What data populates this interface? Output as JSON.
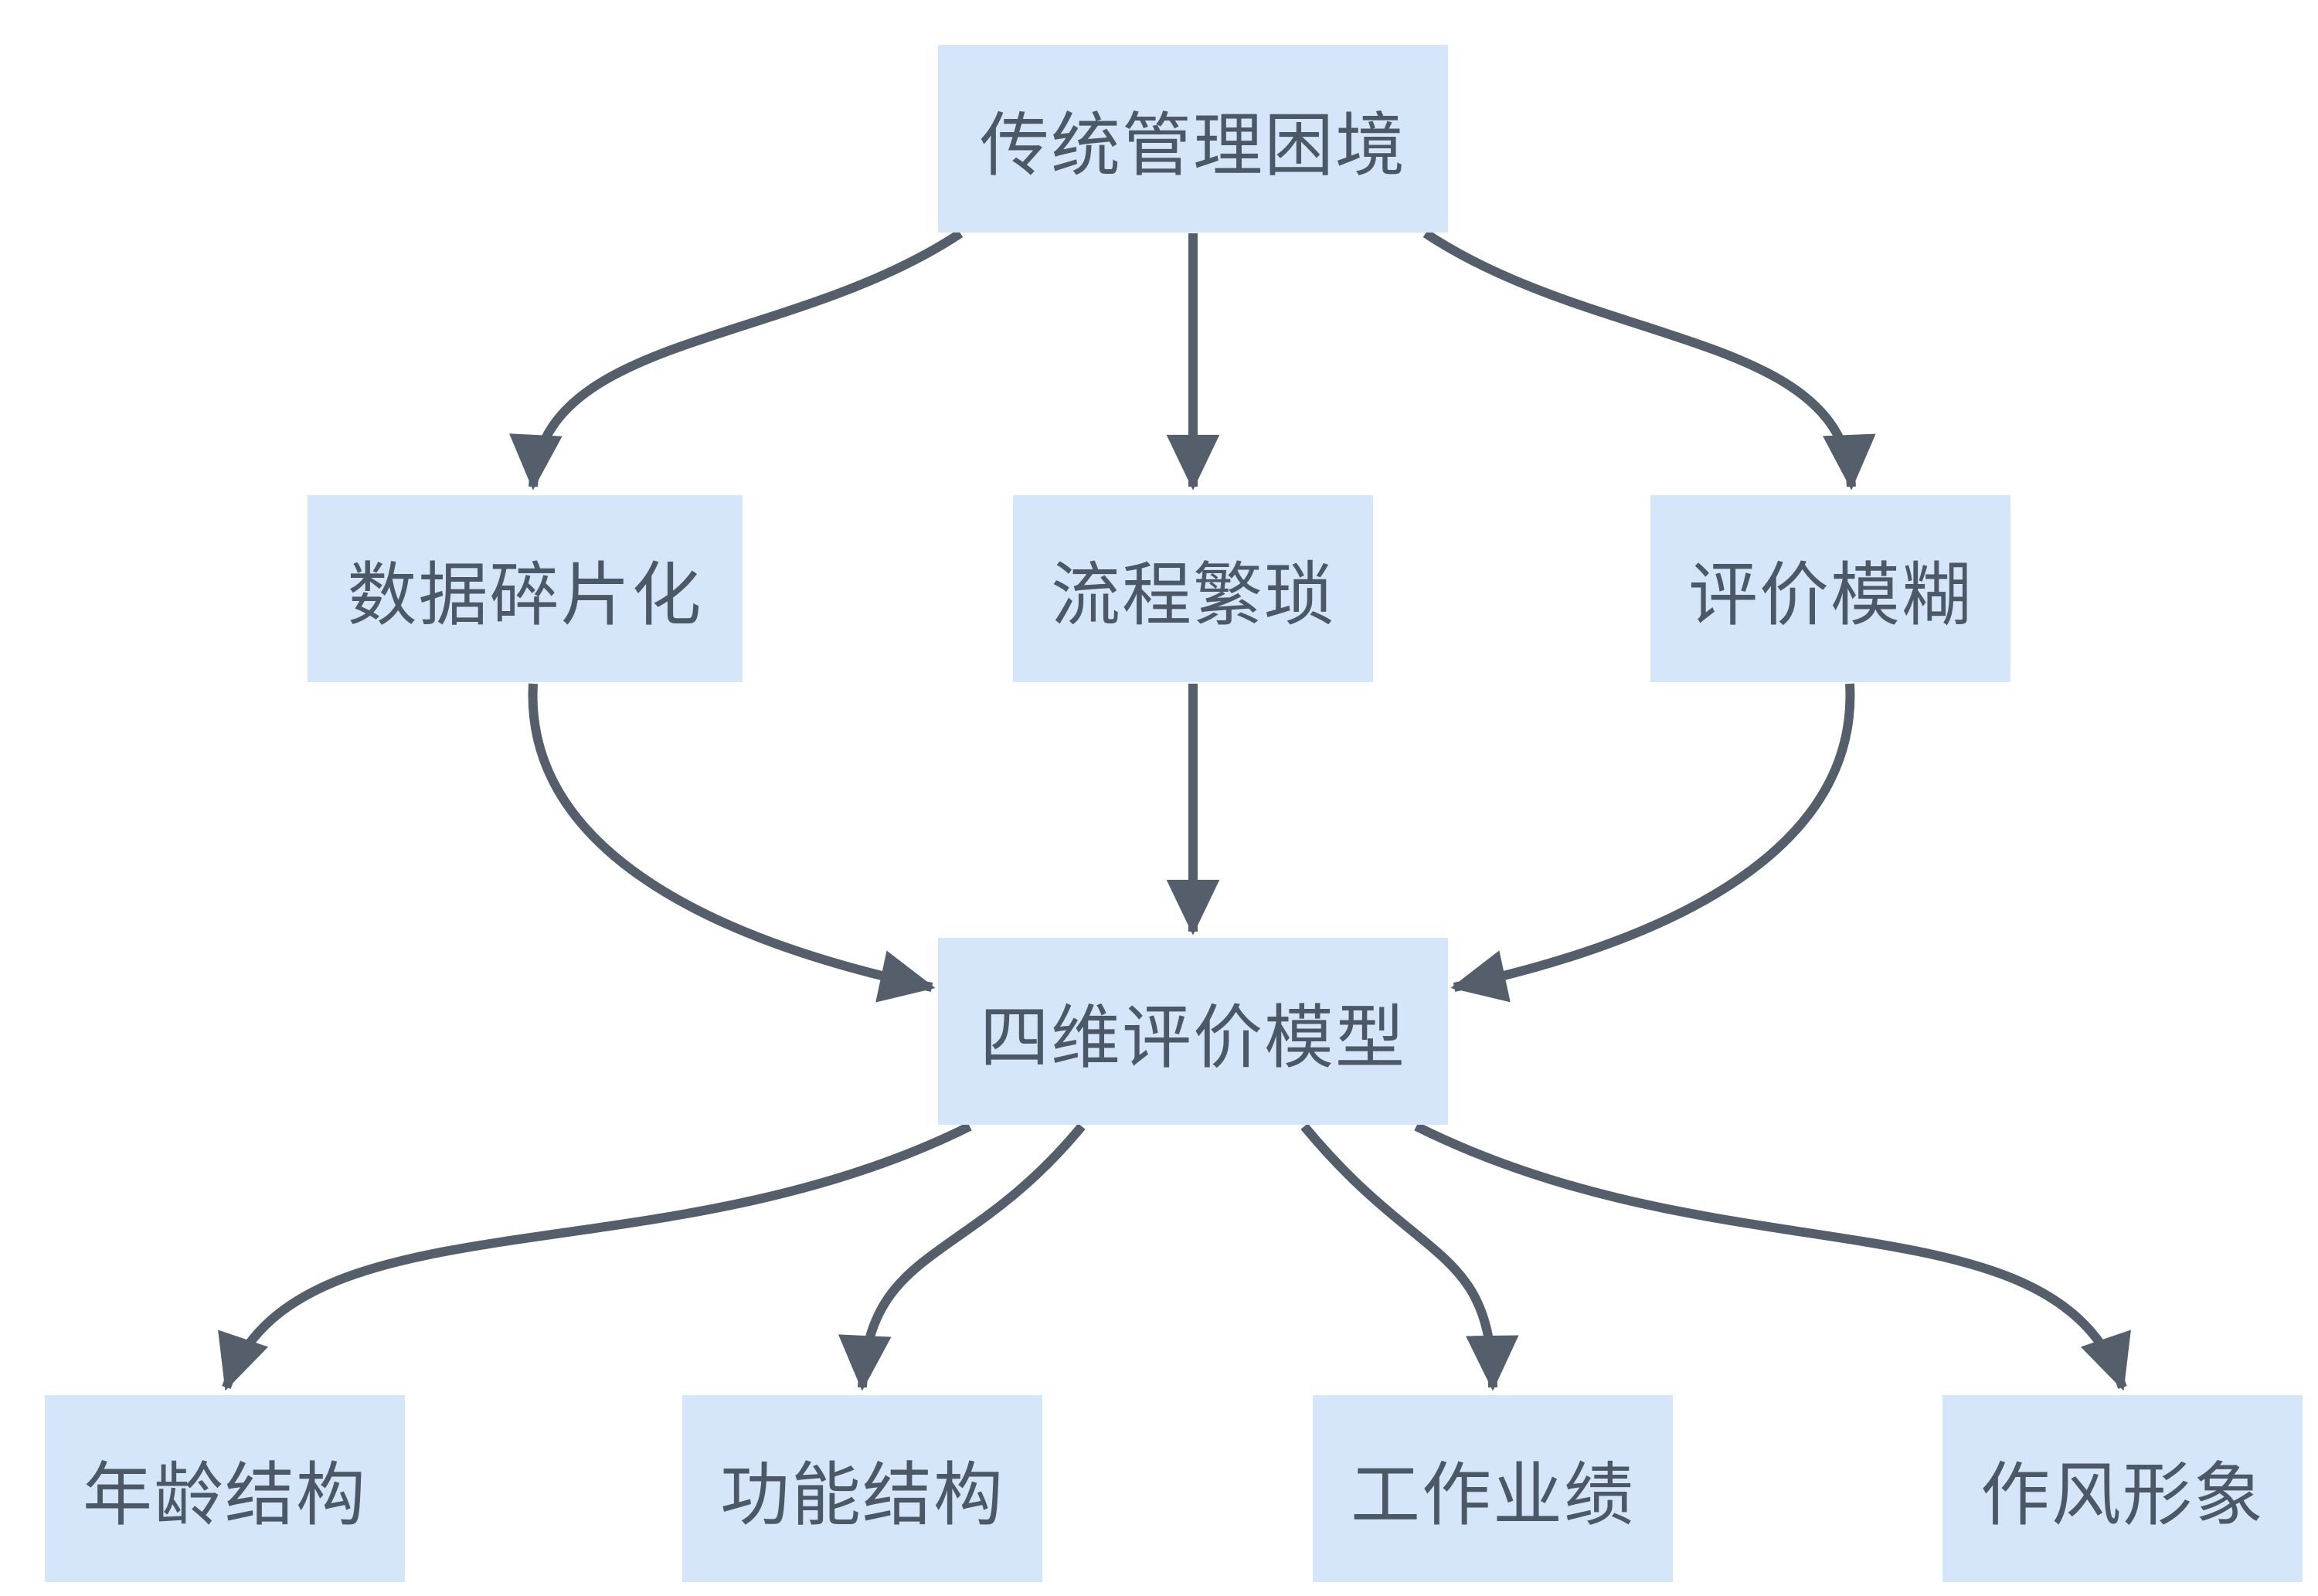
{
  "diagram": {
    "type": "flowchart",
    "direction": "top-down",
    "colors": {
      "background": "#ffffff",
      "node_fill": "#d5e5fa",
      "node_text": "#4d5866",
      "arrow": "#545f6b"
    },
    "nodes": {
      "root": {
        "label": "传统管理困境"
      },
      "frag": {
        "label": "数据碎片化"
      },
      "proc": {
        "label": "流程繁琐"
      },
      "vague": {
        "label": "评价模糊"
      },
      "hub": {
        "label": "四维评价模型"
      },
      "age": {
        "label": "年龄结构"
      },
      "func": {
        "label": "功能结构"
      },
      "work": {
        "label": "工作业绩"
      },
      "style": {
        "label": "作风形象"
      }
    },
    "edges": [
      {
        "from": "传统管理困境",
        "to": "数据碎片化"
      },
      {
        "from": "传统管理困境",
        "to": "流程繁琐"
      },
      {
        "from": "传统管理困境",
        "to": "评价模糊"
      },
      {
        "from": "数据碎片化",
        "to": "四维评价模型"
      },
      {
        "from": "流程繁琐",
        "to": "四维评价模型"
      },
      {
        "from": "评价模糊",
        "to": "四维评价模型"
      },
      {
        "from": "四维评价模型",
        "to": "年龄结构"
      },
      {
        "from": "四维评价模型",
        "to": "功能结构"
      },
      {
        "from": "四维评价模型",
        "to": "工作业绩"
      },
      {
        "from": "四维评价模型",
        "to": "作风形象"
      }
    ]
  }
}
